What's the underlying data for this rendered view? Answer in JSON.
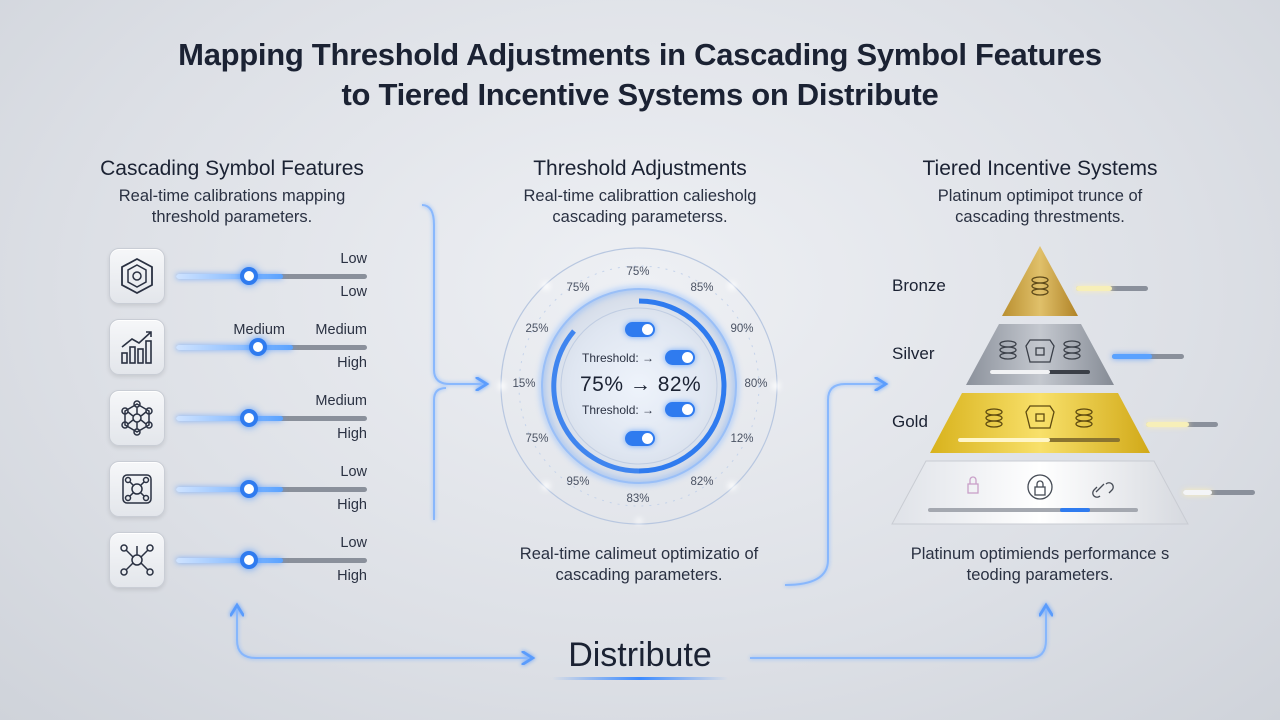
{
  "title": {
    "line1": "Mapping Threshold Adjustments in Cascading Symbol Features",
    "line2": "to Tiered Incentive Systems on Distribute"
  },
  "left": {
    "heading": "Cascading Symbol Features",
    "sub1": "Real-time calibrations mapping",
    "sub2": "threshold parameters.",
    "rows": [
      {
        "icon": "hexagon-chip-icon",
        "top": "Low",
        "bottom": "Low",
        "level": 0.38
      },
      {
        "icon": "bar-chart-growth-icon",
        "top_left": "Medium",
        "top": "Medium",
        "bottom": "High",
        "level": 0.43
      },
      {
        "icon": "network-nodes-icon",
        "top": "Medium",
        "bottom": "High",
        "level": 0.38
      },
      {
        "icon": "node-graph-icon",
        "top": "Low",
        "bottom": "High",
        "level": 0.38
      },
      {
        "icon": "molecule-network-icon",
        "top": "Low",
        "bottom": "High",
        "level": 0.38
      }
    ]
  },
  "middle": {
    "heading": "Threshold Adjustments",
    "sub1": "Real-time calibrattion caliesholg",
    "sub2": "cascading parameterss.",
    "dial": {
      "labels": [
        "75%",
        "75%",
        "85%",
        "25%",
        "90%",
        "15%",
        "80%",
        "75%",
        "12%",
        "95%",
        "82%",
        "83%"
      ],
      "threshold_label": "Threshold: →",
      "threshold_value": "75% → 82%",
      "threshold_label2": "Threshold: →"
    },
    "foot1": "Real-time calimeut optimizatio of",
    "foot2": "cascading parameters."
  },
  "right": {
    "heading": "Tiered Incentive Systems",
    "sub1": "Platinum optimipot trunce of",
    "sub2": "cascading threstments.",
    "tiers": [
      {
        "label": "Bronze",
        "color": "#c9a347",
        "level": 0.5
      },
      {
        "label": "Silver",
        "color": "#9aa0aa",
        "level": 0.55
      },
      {
        "label": "Gold",
        "color": "#e6c22e",
        "level": 0.6
      },
      {
        "label": "",
        "color": "#e9ebef",
        "level": 0.4
      }
    ],
    "foot1": "Platinum optimiends performance s",
    "foot2": "teoding parameters."
  },
  "distribute": "Distribute",
  "colors": {
    "accent": "#2f7bef",
    "bronze": "#c9a347",
    "silver": "#9aa0aa",
    "gold": "#e6c22e"
  }
}
